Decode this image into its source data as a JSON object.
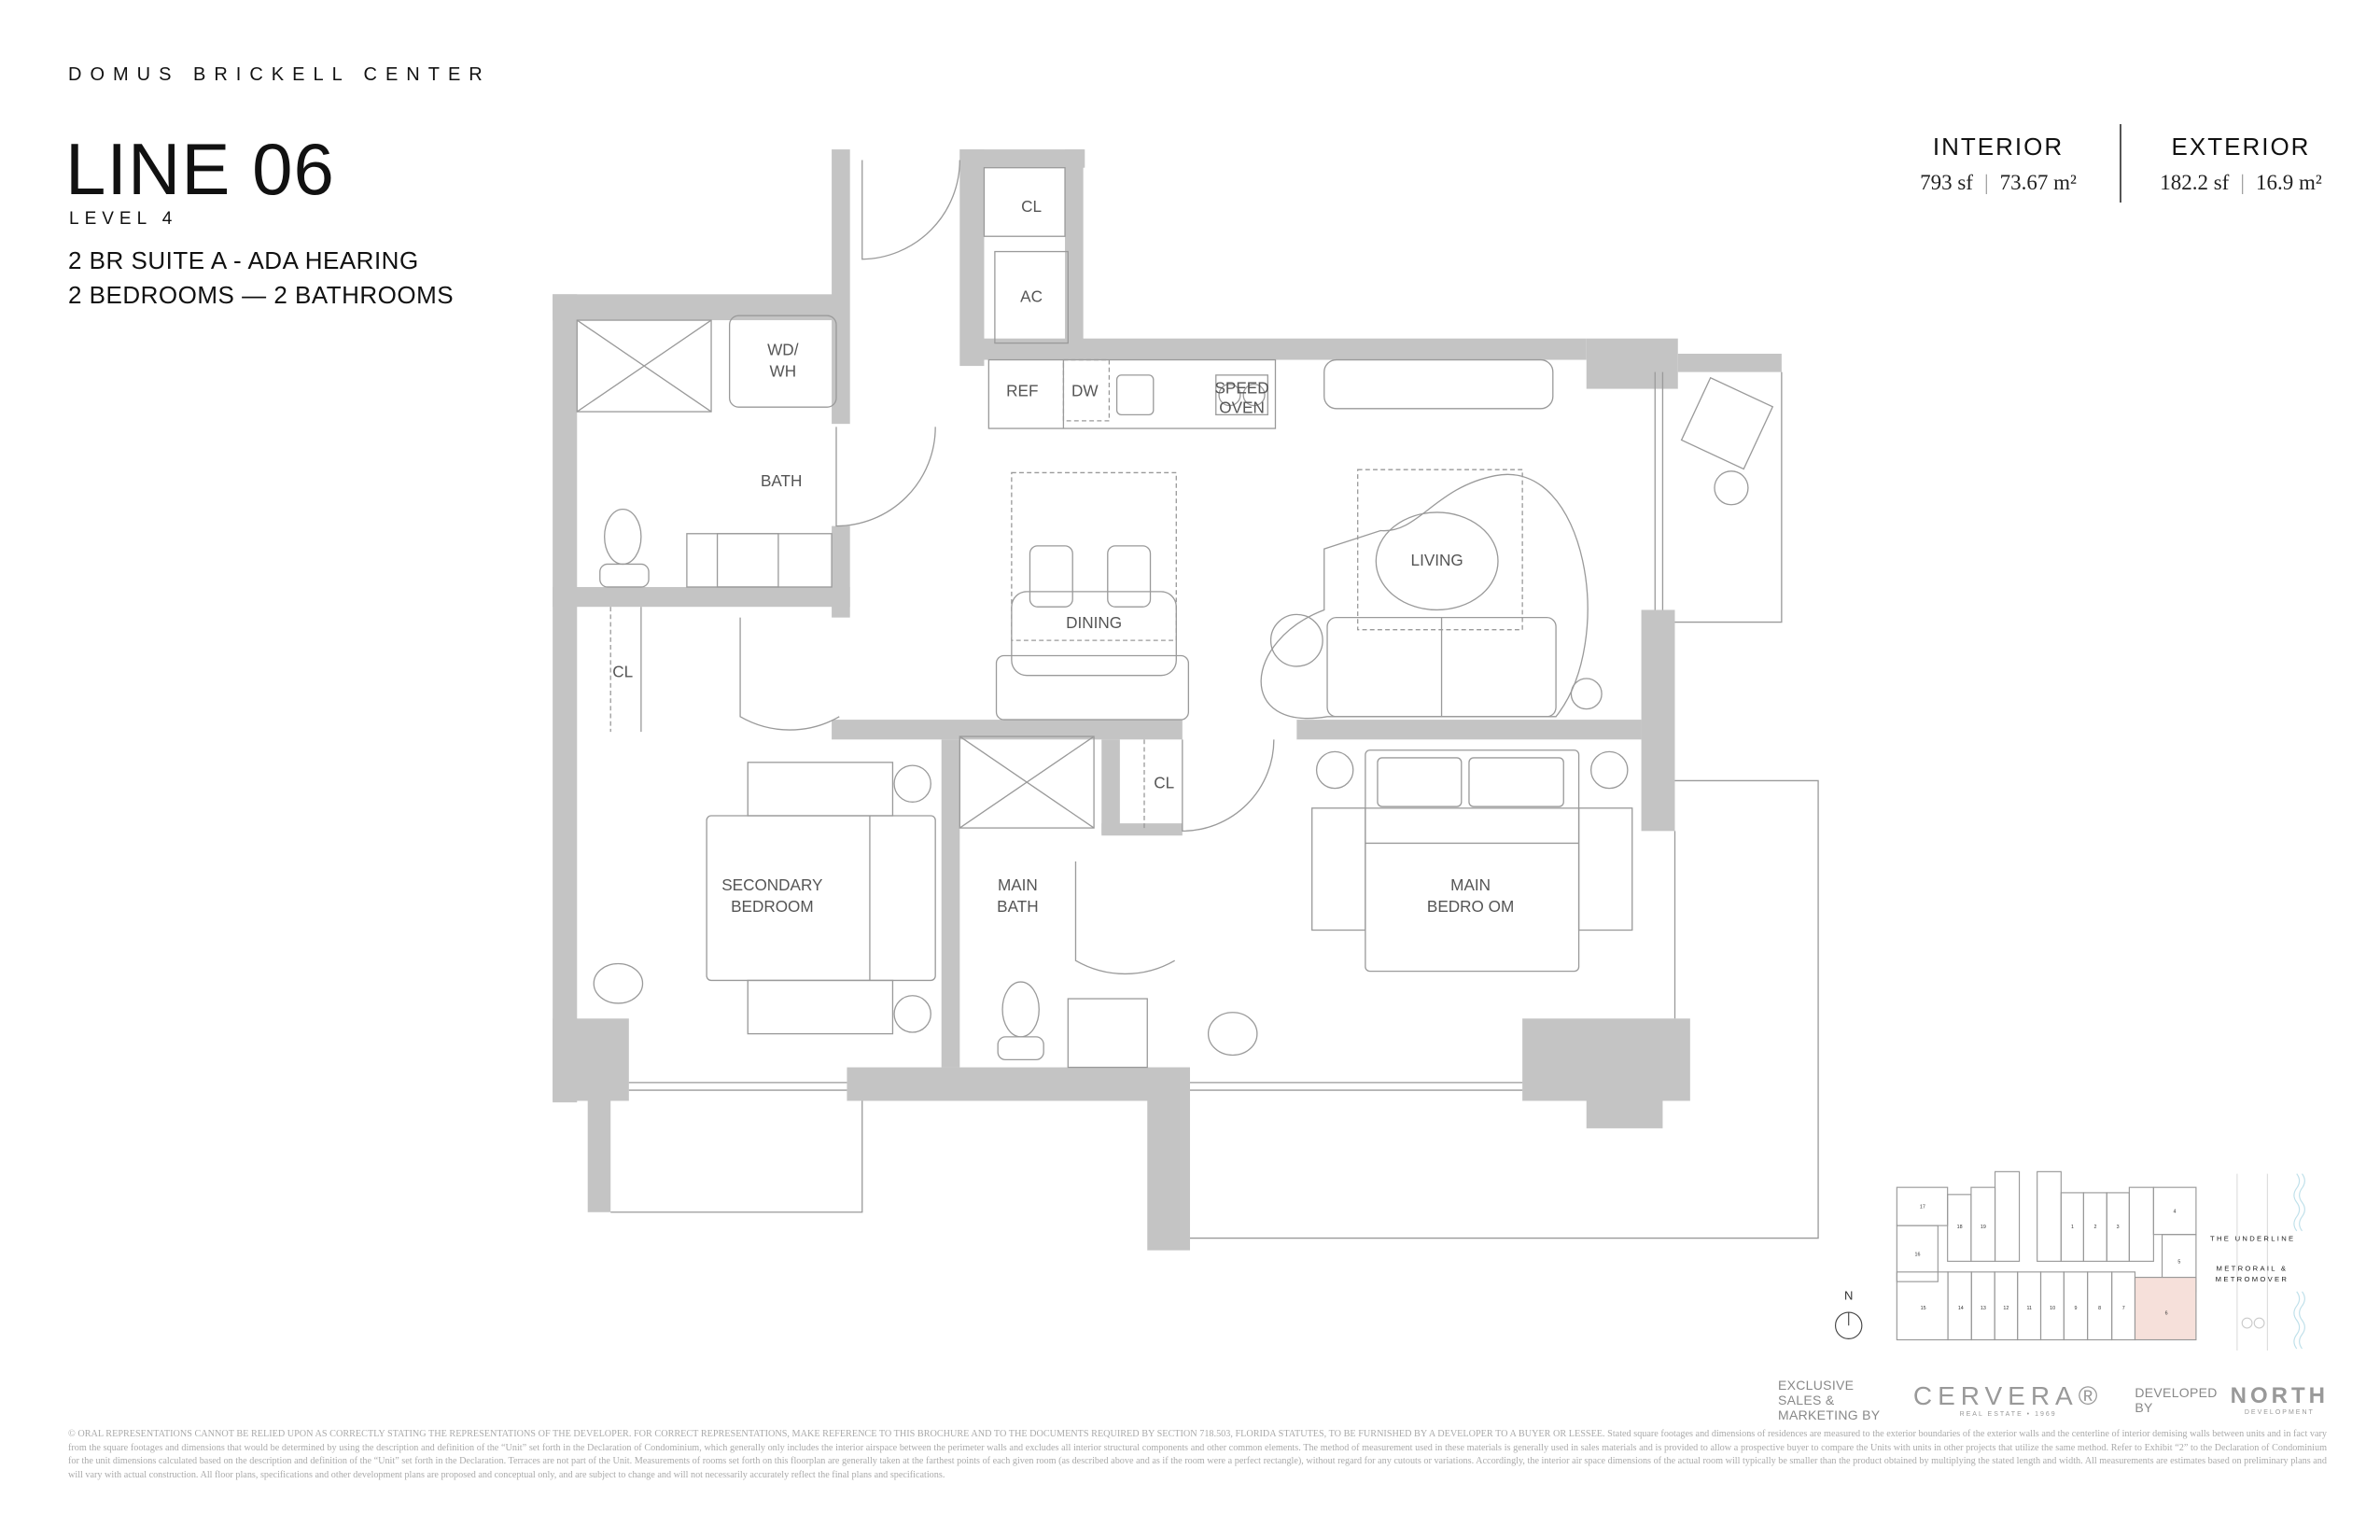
{
  "header": {
    "project": "DOMUS BRICKELL CENTER",
    "line": "LINE 06",
    "level": "LEVEL 4",
    "suite": "2 BR SUITE A - ADA HEARING",
    "rooms": "2 BEDROOMS — 2 BATHROOMS"
  },
  "areas": {
    "interior": {
      "label": "INTERIOR",
      "sf": "793 sf",
      "m2": "73.67 m²"
    },
    "exterior": {
      "label": "EXTERIOR",
      "sf": "182.2 sf",
      "m2": "16.9 m²"
    },
    "separator": "|"
  },
  "plan_labels": {
    "cl_entry": "CL",
    "ac": "AC",
    "wd_1": "WD/",
    "wd_2": "WH",
    "ref": "REF",
    "dw": "DW",
    "speed": "SPEED",
    "oven": "OVEN",
    "bath": "BATH",
    "cl_hall": "CL",
    "dining": "DINING",
    "living": "LIVING",
    "cl_main": "CL",
    "secondary_1": "SECONDARY",
    "secondary_2": "BEDROOM",
    "main_bath_1": "MAIN",
    "main_bath_2": "BATH",
    "main_bed_1": "MAIN",
    "main_bed_2": "BEDRO OM"
  },
  "key_plan": {
    "north": "N",
    "units": [
      "17",
      "16",
      "18",
      "19",
      "1",
      "2",
      "3",
      "4",
      "5",
      "15",
      "14",
      "13",
      "12",
      "11",
      "10",
      "9",
      "8",
      "7",
      "6"
    ],
    "highlighted_unit": "6",
    "highlight_color": "#f6e0da",
    "street_1": "THE UNDERLINE",
    "street_2a": "METRORAIL &",
    "street_2b": "METROMOVER",
    "water_color": "#bfe0ea"
  },
  "credits": {
    "sales_label": "EXCLUSIVE SALES & MARKETING BY",
    "sales_logo": "CERVERA®",
    "sales_logo_sub": "REAL ESTATE • 1969",
    "dev_label": "DEVELOPED BY",
    "dev_logo": "NORTH",
    "dev_logo_sub": "DEVELOPMENT"
  },
  "colors": {
    "wall": "#c4c4c4",
    "line": "#9a9a9a",
    "text": "#111111"
  },
  "disclaimer": "© ORAL REPRESENTATIONS CANNOT BE RELIED UPON AS CORRECTLY STATING THE REPRESENTATIONS OF THE DEVELOPER. FOR CORRECT REPRESENTATIONS, MAKE REFERENCE TO THIS BROCHURE AND TO THE DOCUMENTS REQUIRED BY SECTION 718.503, FLORIDA STATUTES, TO BE FURNISHED BY A DEVELOPER TO A BUYER OR LESSEE. Stated square footages and dimensions of residences are measured to the exterior boundaries of the exterior walls and the centerline of interior demising walls between units and in fact vary from the square footages and dimensions that would be determined by using the description and definition of the “Unit” set forth in the Declaration of Condominium, which generally only includes the interior airspace between the perimeter walls and excludes all interior structural components and other common elements. The method of measurement used in these materials is generally used in sales materials and is provided to allow a prospective buyer to compare the Units with units in other projects that utilize the same method. Refer to Exhibit “2” to the Declaration of Condominium for the unit dimensions calculated based on the description and definition of the “Unit” set forth in the Declaration. Terraces are not part of the Unit. Measurements of rooms set forth on this floorplan are generally taken at the farthest points of each given room (as described above and as if the room were a perfect rectangle), without regard for any cutouts or variations. Accordingly, the interior air space dimensions of the actual room will typically be smaller than the product obtained by multiplying the stated length and width. All measurements are estimates based on preliminary plans and will vary with actual construction. All floor plans, specifications and other development plans are proposed and conceptual only, and are subject to change and will not necessarily accurately reflect the final plans and specifications."
}
